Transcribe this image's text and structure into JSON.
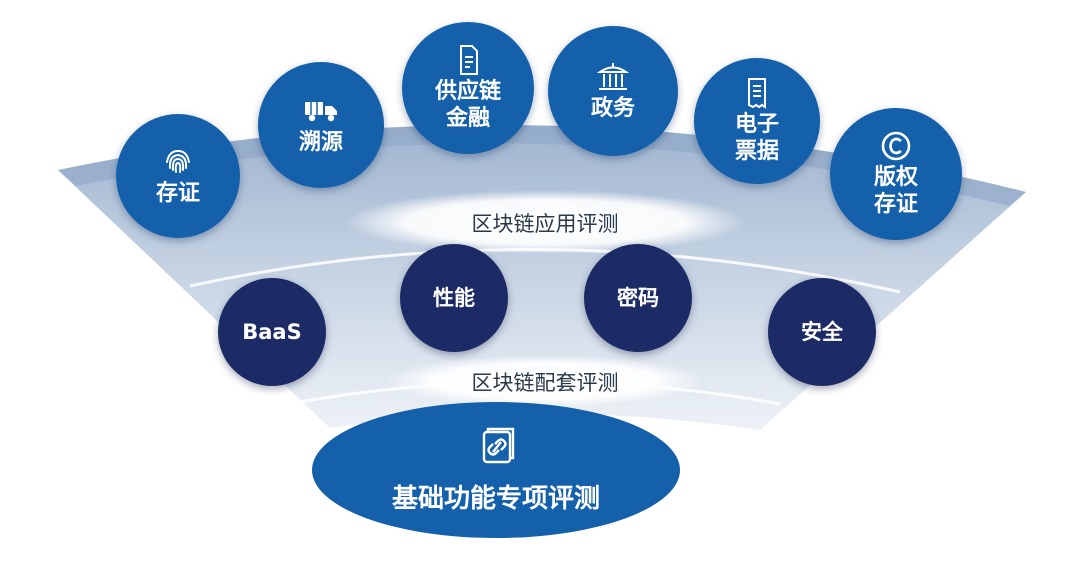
{
  "application_layer": {
    "title": "区块链应用评测",
    "items": [
      {
        "label": "存证",
        "icon": "fingerprint-icon"
      },
      {
        "label": "溯源",
        "icon": "truck-icon"
      },
      {
        "label": "供应链\n金融",
        "icon": "document-icon"
      },
      {
        "label": "政务",
        "icon": "government-building-icon"
      },
      {
        "label": "电子\n票据",
        "icon": "receipt-icon"
      },
      {
        "label": "版权\n存证",
        "icon": "copyright-icon"
      }
    ]
  },
  "support_layer": {
    "title": "区块链配套评测",
    "items": [
      {
        "label": "BaaS"
      },
      {
        "label": "性能"
      },
      {
        "label": "密码"
      },
      {
        "label": "安全"
      }
    ]
  },
  "base_layer": {
    "title": "基础功能专项评测",
    "icon": "chain-link-icon"
  },
  "colors": {
    "app_node": "#1560ab",
    "support_node": "#1c2a66",
    "fan": "#a9bcd4"
  }
}
